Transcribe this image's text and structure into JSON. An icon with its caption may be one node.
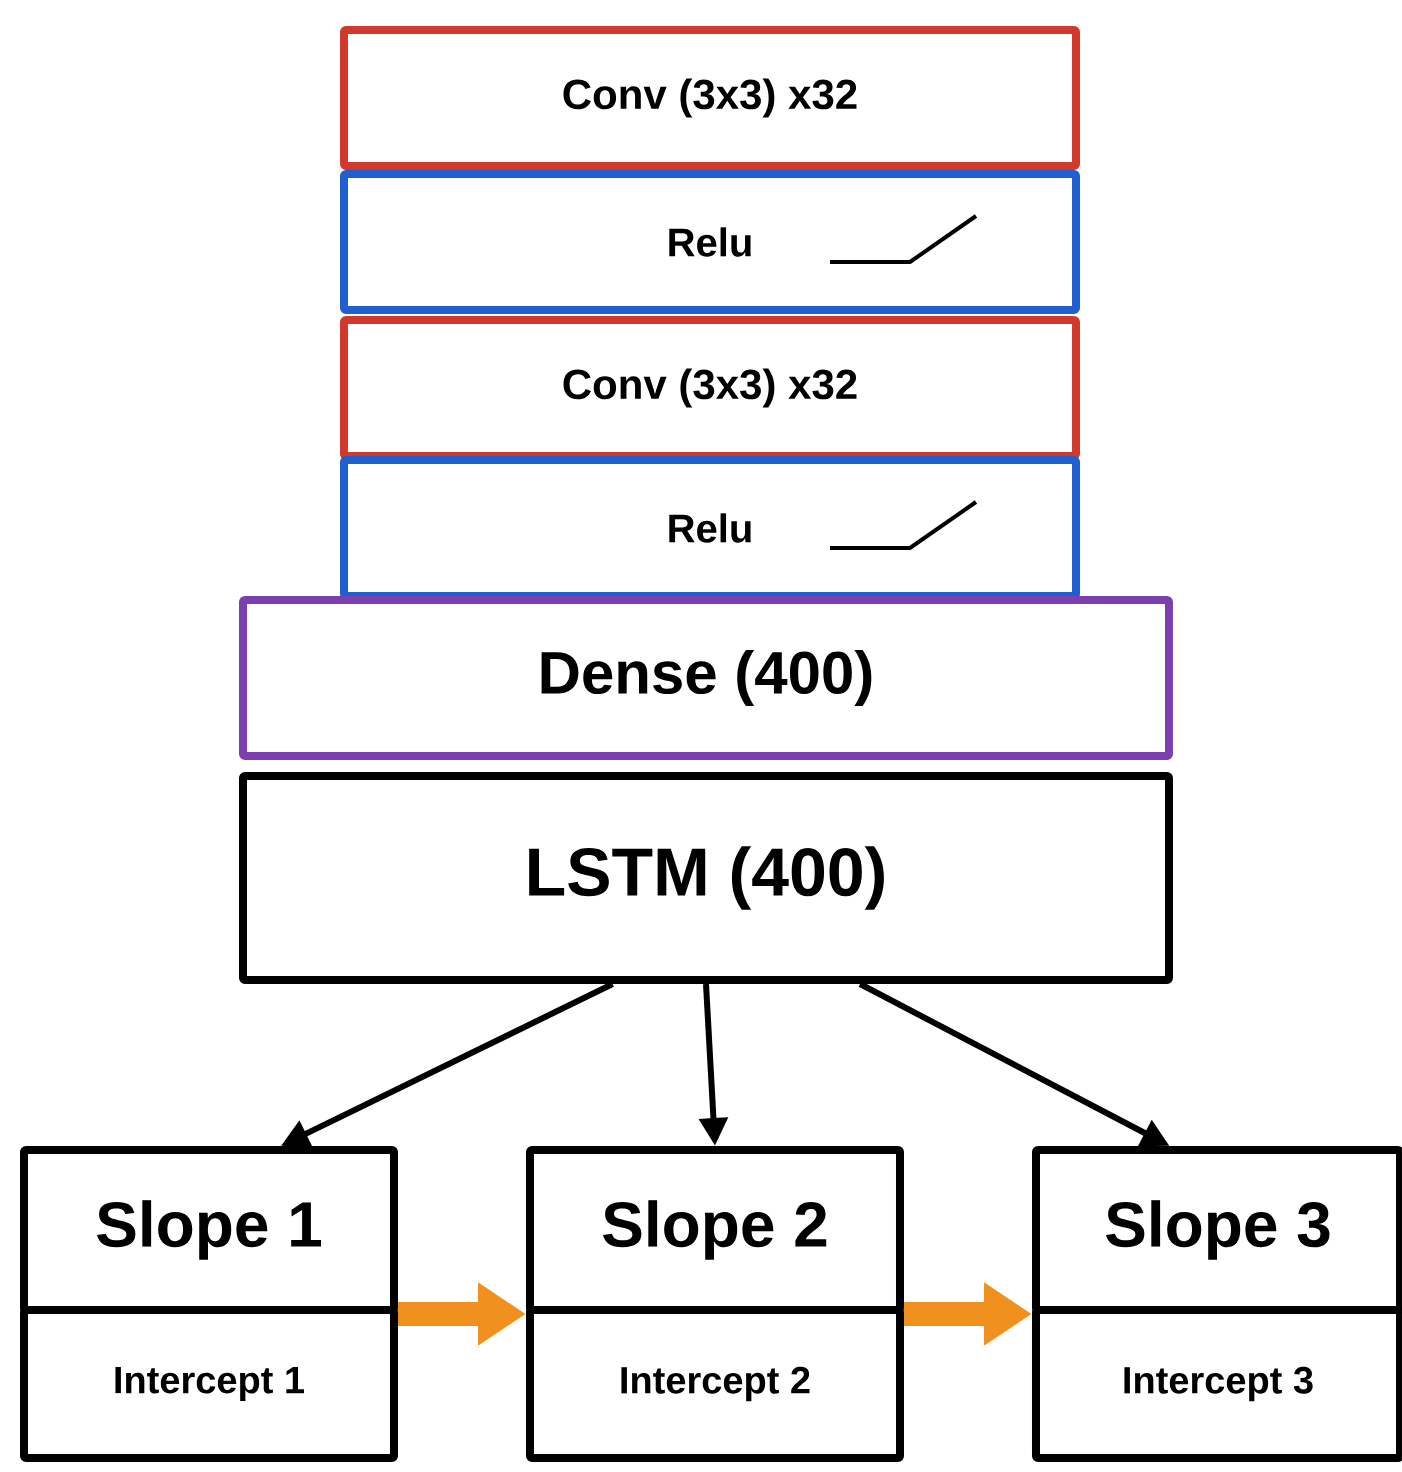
{
  "diagram": {
    "nodes": [
      {
        "text": [
          "Conv (3x3) x32"
        ]
      },
      {
        "text": [
          "Relu"
        ]
      },
      {
        "text": [
          "Conv (3x3) x32"
        ]
      },
      {
        "text": [
          "Relu"
        ]
      },
      {
        "text": [
          "Dense (400)"
        ]
      },
      {
        "text": [
          "LSTM (400)"
        ]
      },
      {
        "text": [
          "Slope 1"
        ]
      },
      {
        "text": [
          "Intercept 1"
        ]
      },
      {
        "text": [
          "Slope 2"
        ]
      },
      {
        "text": [
          "Intercept 2"
        ]
      },
      {
        "text": [
          "Slope 3"
        ]
      },
      {
        "text": [
          "Intercept 3"
        ]
      }
    ],
    "edges": [
      {
        "from": 5,
        "to": 6,
        "arrow": "to"
      },
      {
        "from": 5,
        "to": 8,
        "arrow": "to"
      },
      {
        "from": 5,
        "to": 10,
        "arrow": "to"
      },
      {
        "from": 6,
        "to": 8,
        "arrow": "to",
        "style": "thick",
        "color": "#f0901e"
      },
      {
        "from": 8,
        "to": 10,
        "arrow": "to",
        "style": "thick",
        "color": "#f0901e"
      }
    ]
  }
}
